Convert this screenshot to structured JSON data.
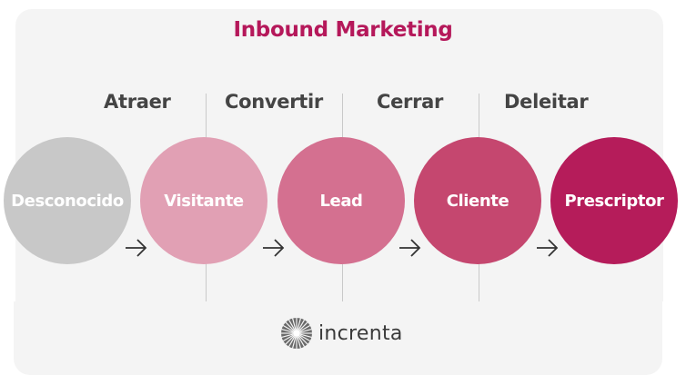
{
  "title": "Inbound Marketing",
  "colors": {
    "title": "#b5185a",
    "stage_text": "#444444",
    "background": "#f4f4f4",
    "divider": "#c9c9c9"
  },
  "stages": [
    {
      "label": "Atraer"
    },
    {
      "label": "Convertir"
    },
    {
      "label": "Cerrar"
    },
    {
      "label": "Deleitar"
    }
  ],
  "nodes": [
    {
      "label": "Desconocido",
      "color": "#c8c8c8"
    },
    {
      "label": "Visitante",
      "color": "#e1a0b4"
    },
    {
      "label": "Lead",
      "color": "#d47090"
    },
    {
      "label": "Cliente",
      "color": "#c5476f"
    },
    {
      "label": "Prescriptor",
      "color": "#b51c5a"
    }
  ],
  "arrows": [
    {
      "icon": "arrow-right-icon"
    },
    {
      "icon": "arrow-right-icon"
    },
    {
      "icon": "arrow-right-icon"
    },
    {
      "icon": "arrow-right-icon"
    }
  ],
  "footer": {
    "logo_icon": "starburst-icon",
    "logo_text": "increnta"
  }
}
